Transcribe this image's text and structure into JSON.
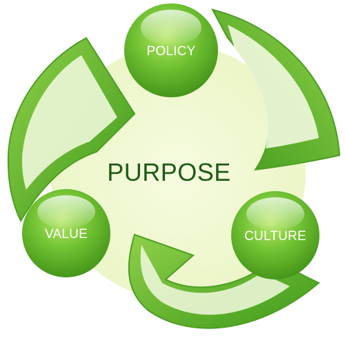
{
  "diagram": {
    "center": {
      "label": "PURPOSE"
    },
    "nodes": [
      {
        "label": "POLICY"
      },
      {
        "label": "CULTURE"
      },
      {
        "label": "VALUE"
      }
    ]
  },
  "colors": {
    "arrow_green": "#5db82c",
    "arrow_light": "#a9d96c",
    "arrow_inner": "#e9f6d2",
    "center_fill": "#f1f8d0",
    "center_text": "#1f5a16",
    "sphere_green": "#4fa41f"
  }
}
